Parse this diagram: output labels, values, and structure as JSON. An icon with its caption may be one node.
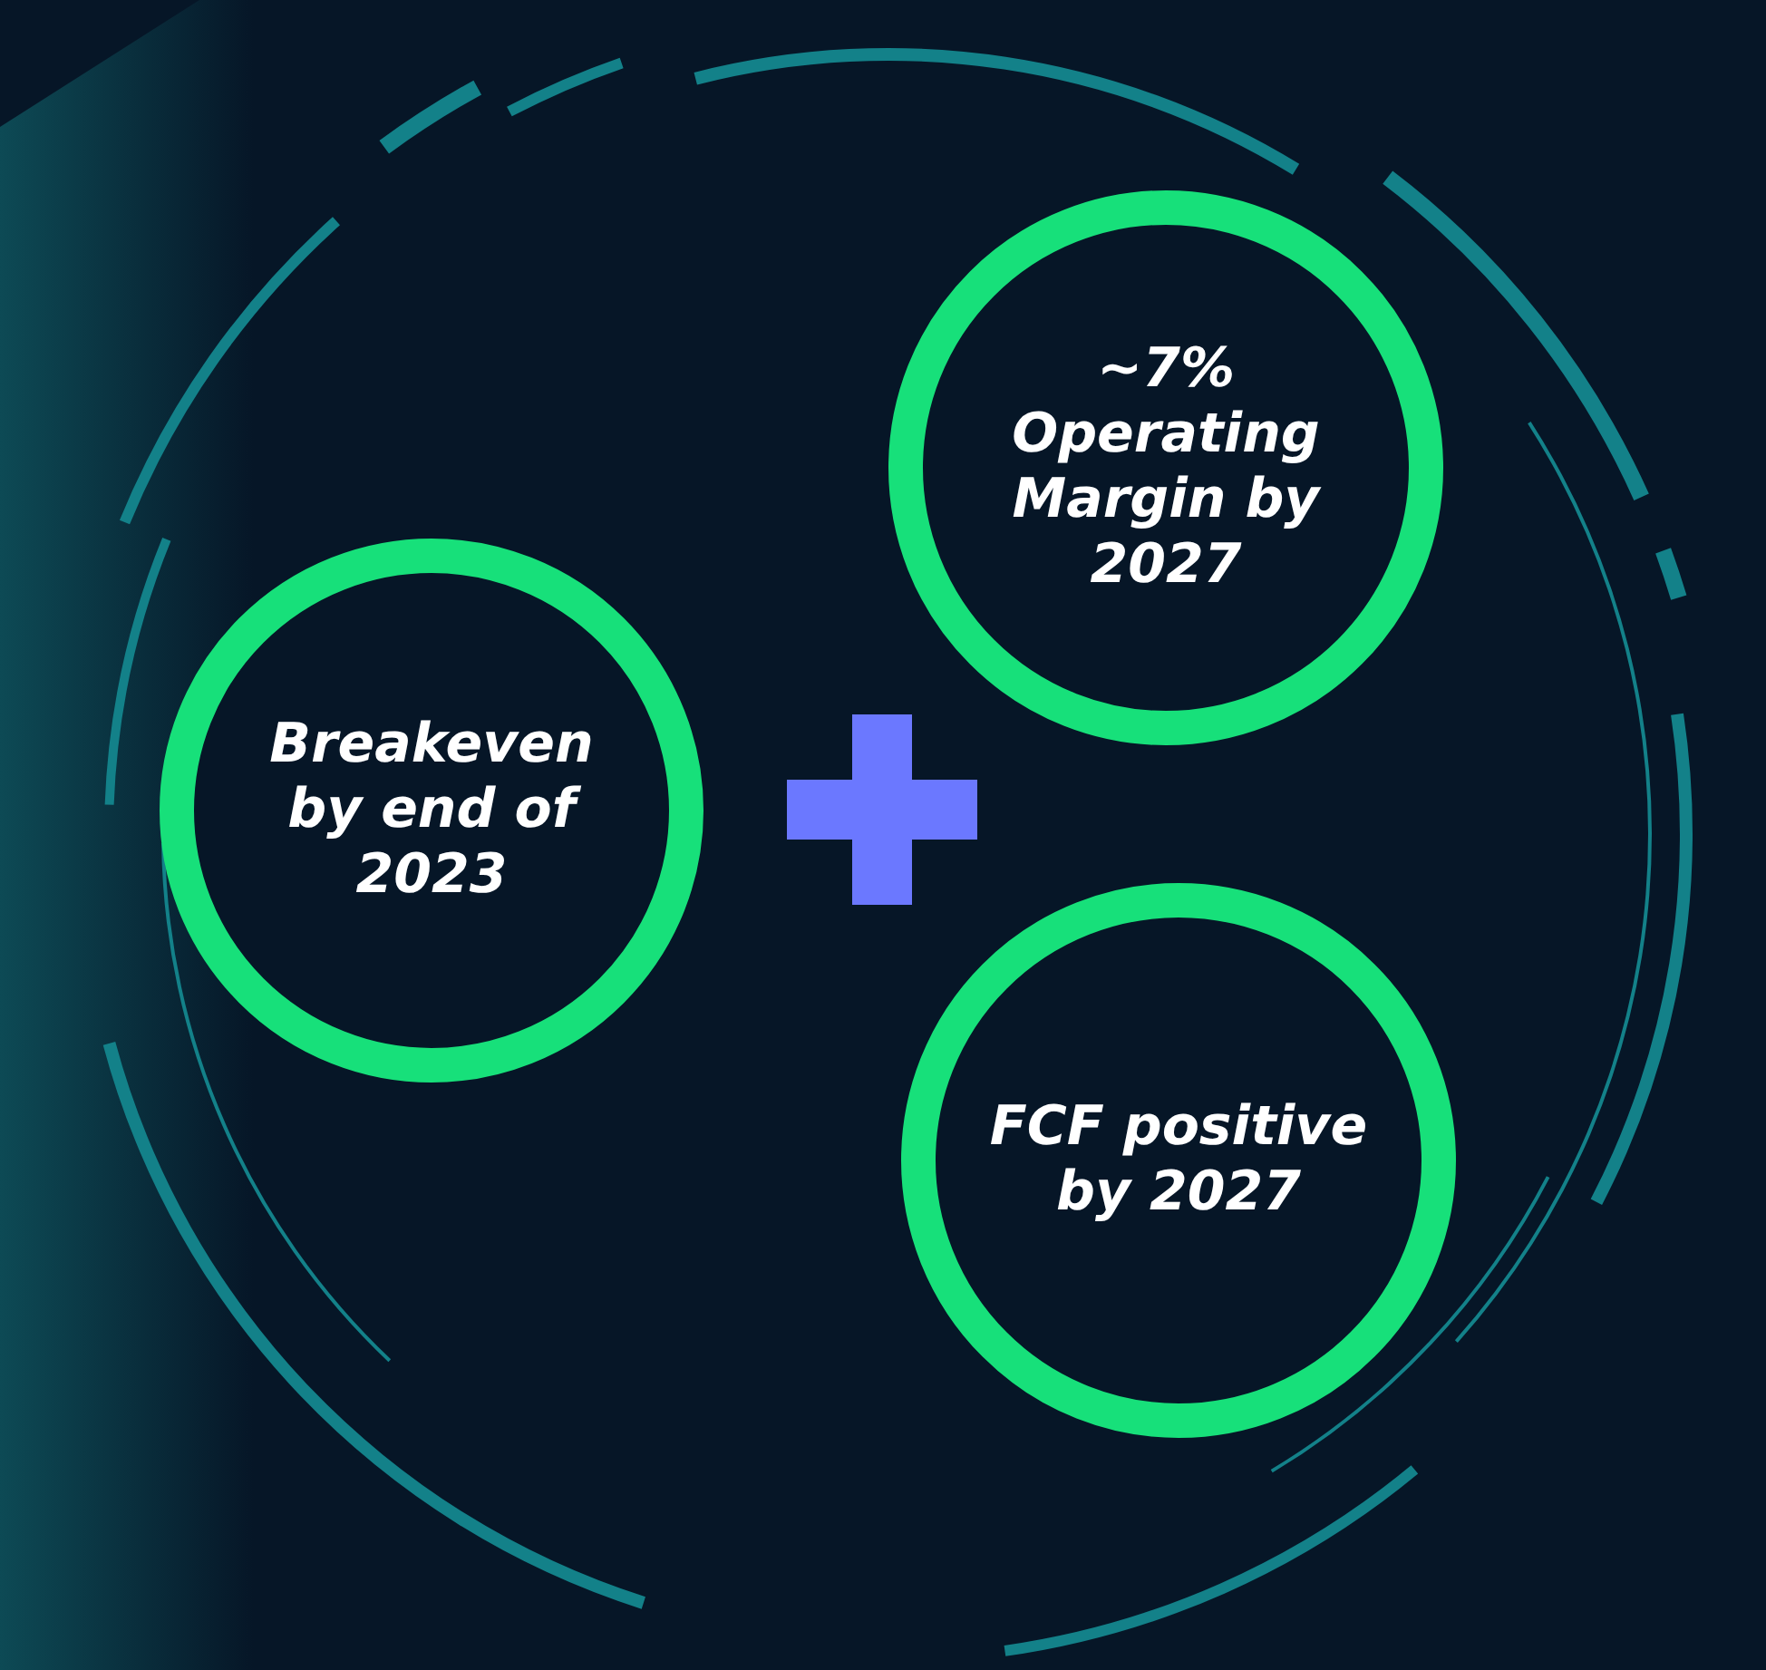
{
  "diagram": {
    "nodes": [
      {
        "text": [
          "Breakeven by end of 2023"
        ]
      },
      {
        "text": [
          "~7% Operating Margin by 2027"
        ]
      },
      {
        "text": [
          "FCF positive by 2027"
        ]
      }
    ]
  }
}
